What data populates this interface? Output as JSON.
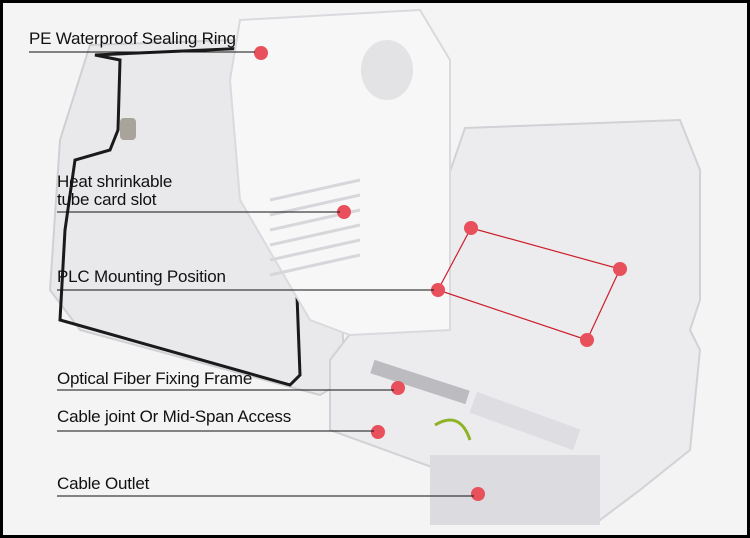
{
  "title": "Fiber optic distribution box annotated diagram",
  "colors": {
    "marker": "#e8505b",
    "outline": "#cc1f2a",
    "leader": "#111111",
    "gasket": "#1a1a1a"
  },
  "callouts": [
    {
      "id": "sealing-ring",
      "label": "PE Waterproof Sealing Ring"
    },
    {
      "id": "heat-shrink",
      "label_line1": "Heat shrinkable",
      "label_line2": "tube card slot"
    },
    {
      "id": "plc-mount",
      "label": "PLC Mounting Position"
    },
    {
      "id": "fiber-frame",
      "label": "Optical Fiber Fixing Frame"
    },
    {
      "id": "cable-joint",
      "label": "Cable joint Or Mid-Span Access"
    },
    {
      "id": "cable-outlet",
      "label": "Cable Outlet"
    }
  ]
}
